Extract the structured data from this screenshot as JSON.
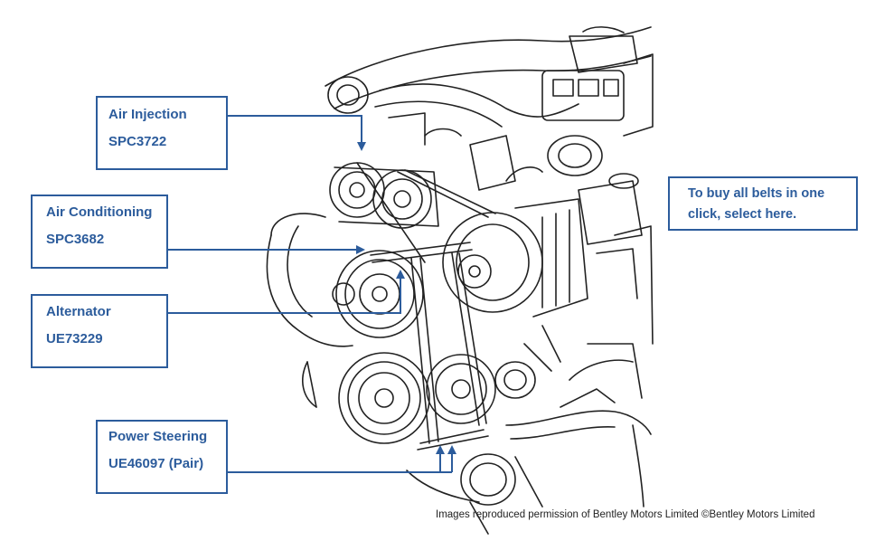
{
  "callouts": [
    {
      "label": "Air Injection",
      "part_number": "SPC3722"
    },
    {
      "label": "Air Conditioning",
      "part_number": "SPC3682"
    },
    {
      "label": "Alternator",
      "part_number": "UE73229"
    },
    {
      "label": "Power Steering",
      "part_number": "UE46097 (Pair)"
    }
  ],
  "buy_all": {
    "line1": "To buy all belts in one",
    "line2": "click, select here."
  },
  "credit": "Images reproduced permission of Bentley Motors Limited ©Bentley Motors Limited",
  "colors": {
    "callout_blue": "#2c5c9c",
    "drawing_ink": "#222222"
  }
}
